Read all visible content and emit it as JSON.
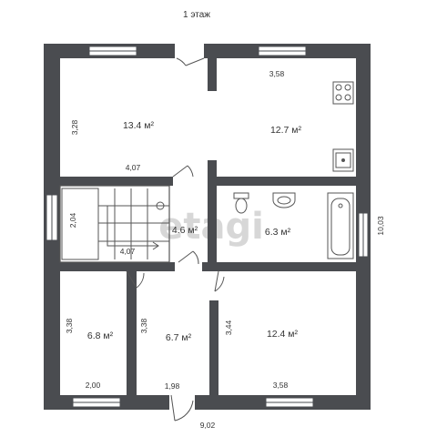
{
  "plan": {
    "title": "1 этаж",
    "watermark": "etagi",
    "colors": {
      "wall": "#4a4c50",
      "window": "#ffffff",
      "fixture": "#555555"
    },
    "rooms": [
      {
        "id": "room-top-left",
        "area": "13.4 м²"
      },
      {
        "id": "room-top-right",
        "area": "12.7 м²"
      },
      {
        "id": "hall-center",
        "area": "4.6 м²"
      },
      {
        "id": "bathroom",
        "area": "6.3 м²"
      },
      {
        "id": "room-bottom-left",
        "area": "6.8 м²"
      },
      {
        "id": "room-bottom-middle",
        "area": "6.7 м²"
      },
      {
        "id": "room-bottom-right",
        "area": "12.4 м²"
      }
    ],
    "dimensions": {
      "top_right_width": "3,58",
      "top_left_height": "3,28",
      "top_left_width": "4,07",
      "stair_height": "2,04",
      "stair_width": "4,07",
      "total_height": "10,03",
      "bl_height": "3,38",
      "bm_height": "3,38",
      "br_height": "3,44",
      "bl_width": "2,00",
      "bm_width": "1,98",
      "br_width": "3,58",
      "total_width": "9,02"
    },
    "fixtures": [
      "stove-icon",
      "sink-icon",
      "toilet-icon",
      "washbasin-icon",
      "bathtub-icon",
      "staircase"
    ]
  }
}
